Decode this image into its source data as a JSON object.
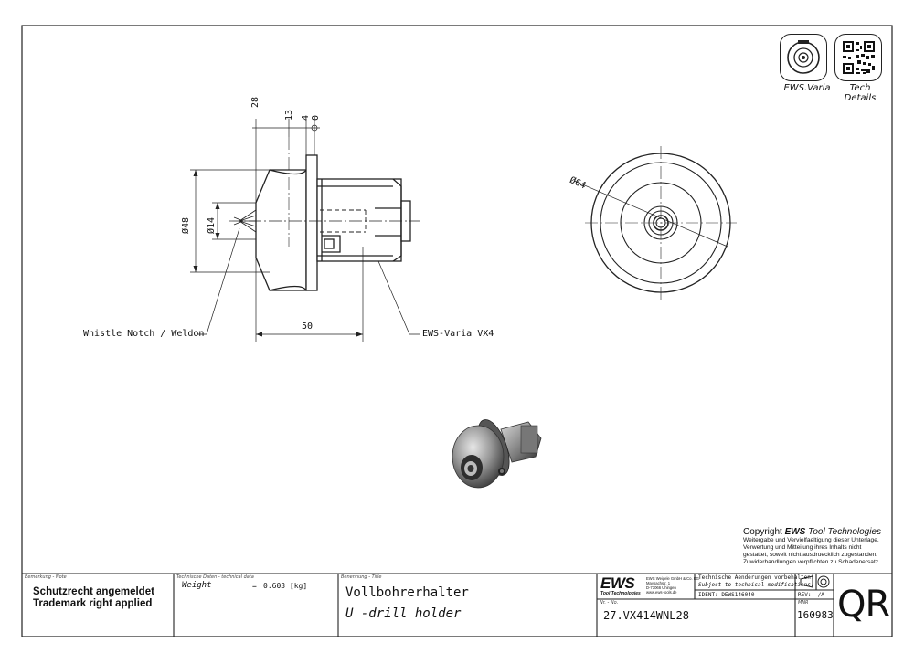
{
  "badges": {
    "varia_label": "EWS.Varia",
    "tech_label_1": "Tech",
    "tech_label_2": "Details"
  },
  "drawing": {
    "dim_28": "28",
    "dim_13": "13",
    "dim_4": "4",
    "dim_0": "0",
    "dia_48": "Ø48",
    "dia_14": "Ø14",
    "dim_50": "50",
    "dia_64": "Ø64",
    "callout_left": "Whistle Notch / Weldon",
    "callout_right": "EWS-Varia VX4"
  },
  "copyright": {
    "title_prefix": "Copyright ",
    "brand": "EWS",
    "title_suffix": " Tool Technologies",
    "lines": [
      "Weitergabe und Vervielfaeltigung dieser Unterlage,",
      "Verwertung und Mitteilung ihres Inhalts nicht",
      "gestattet, soweit nicht ausdruecklich zugestanden.",
      "Zuwiderhandlungen verpflichten zu Schadenersatz."
    ]
  },
  "title_block": {
    "note_caption": "Bemerkung - Note",
    "note_line1": "Schutzrecht angemeldet",
    "note_line2": "Trademark right applied",
    "tech_caption": "Technische Daten - technical data",
    "weight_label": "Weight",
    "weight_eq": "=",
    "weight_value": "0.603 [kg]",
    "title_caption": "Benennung - Title",
    "title_de": "Vollbohrerhalter",
    "title_en": "U -drill holder",
    "logo_text": "EWS",
    "logo_sub": "Tool Technologies",
    "company_lines": [
      "EWS Weigele GmbH & Co. KG",
      "Maybachstr. 1",
      "D-73066 Uhingen",
      "www.ews-tools.de"
    ],
    "tech_change_de": "Technische Aenderungen vorbehalten!",
    "tech_change_en": "Subject to technical modifications!",
    "ident_label": "IDENT:",
    "ident_value": "DEWS146040",
    "rev_label": "REV:",
    "rev_value": "-/A",
    "nr_caption": "Nr. - No.",
    "part_number": "27.VX414WNL28",
    "mnr_caption": "MNR",
    "mnr_value": "160983",
    "qr_label": "QR"
  }
}
